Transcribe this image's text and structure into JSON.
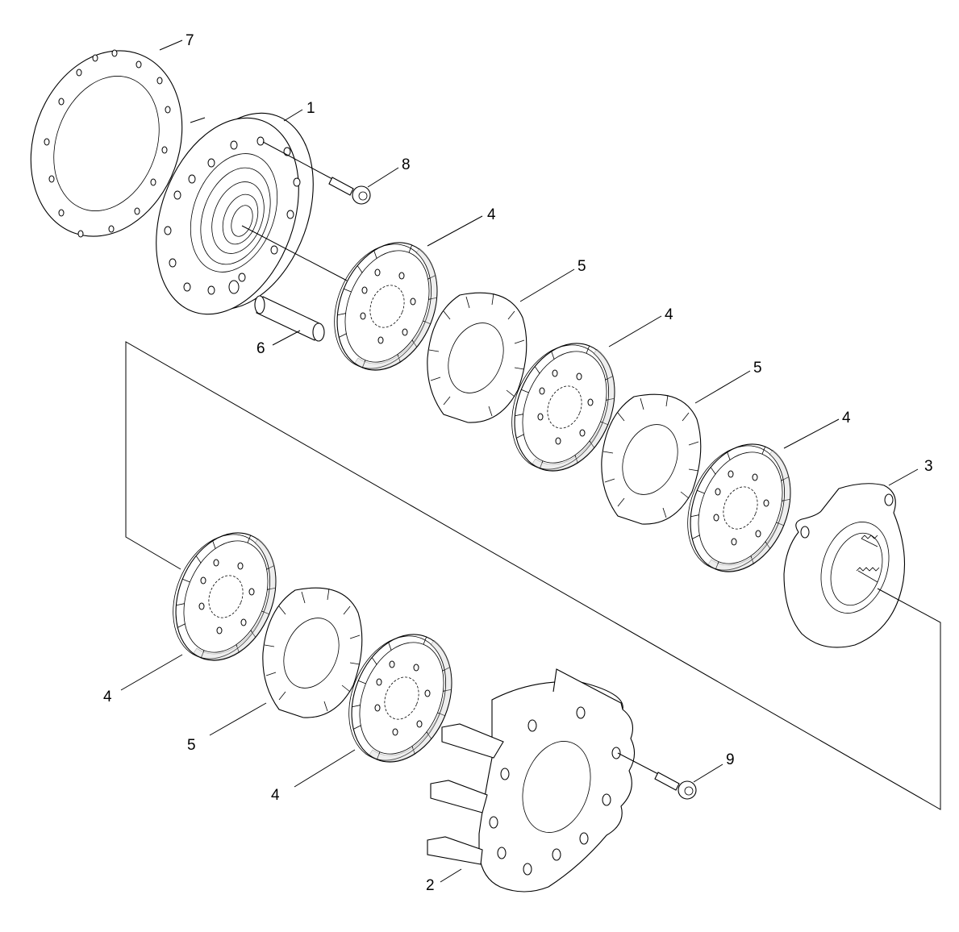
{
  "diagram": {
    "type": "exploded-parts-view",
    "callouts": [
      {
        "id": "callout-7",
        "label": "7"
      },
      {
        "id": "callout-1",
        "label": "1"
      },
      {
        "id": "callout-8",
        "label": "8"
      },
      {
        "id": "callout-4a",
        "label": "4"
      },
      {
        "id": "callout-5a",
        "label": "5"
      },
      {
        "id": "callout-6",
        "label": "6"
      },
      {
        "id": "callout-4b",
        "label": "4"
      },
      {
        "id": "callout-5b",
        "label": "5"
      },
      {
        "id": "callout-4c",
        "label": "4"
      },
      {
        "id": "callout-3",
        "label": "3"
      },
      {
        "id": "callout-4d",
        "label": "4"
      },
      {
        "id": "callout-5c",
        "label": "5"
      },
      {
        "id": "callout-4e",
        "label": "4"
      },
      {
        "id": "callout-9",
        "label": "9"
      },
      {
        "id": "callout-2",
        "label": "2"
      }
    ]
  }
}
